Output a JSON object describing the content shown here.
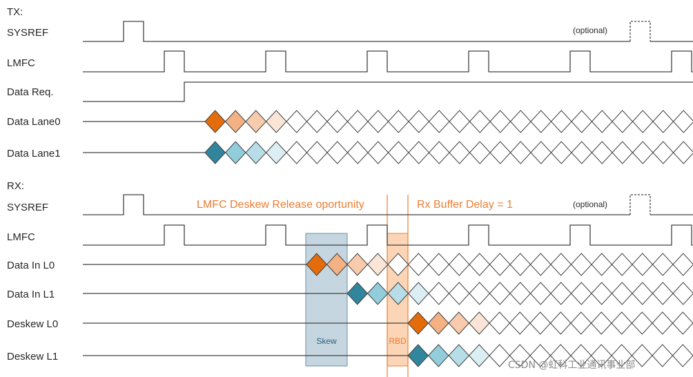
{
  "tx": {
    "header": "TX:",
    "rows": [
      {
        "id": "tx-sysref",
        "label": "SYSREF"
      },
      {
        "id": "tx-lmfc",
        "label": "LMFC"
      },
      {
        "id": "tx-datareq",
        "label": "Data Req."
      },
      {
        "id": "tx-lane0",
        "label": "Data Lane0"
      },
      {
        "id": "tx-lane1",
        "label": "Data Lane1"
      }
    ],
    "optional_label": "(optional)"
  },
  "rx": {
    "header": "RX:",
    "rows": [
      {
        "id": "rx-sysref",
        "label": "SYSREF"
      },
      {
        "id": "rx-lmfc",
        "label": "LMFC"
      },
      {
        "id": "rx-l0",
        "label": "Data In L0"
      },
      {
        "id": "rx-l1",
        "label": "Data In L1"
      },
      {
        "id": "rx-deskew0",
        "label": "Deskew L0"
      },
      {
        "id": "rx-deskew1",
        "label": "Deskew L1"
      }
    ],
    "optional_label": "(optional)"
  },
  "annotations": {
    "deskew_release": "LMFC Deskew Release oportunity",
    "rbd": "Rx Buffer Delay = 1",
    "skew_box": "Skew",
    "rbd_box": "RBD"
  },
  "watermark": "CSDN @虹科工业通讯事业部",
  "colors": {
    "orange": [
      "#e46c0a",
      "#f4b183",
      "#f8cbad",
      "#fbe5d6"
    ],
    "blue": [
      "#31859c",
      "#92cddc",
      "#b7dee8",
      "#dbeef4"
    ],
    "accent": "#ed7d31",
    "skew_fill": "#c5d6e0",
    "rbd_fill": "#fbd5b5",
    "line": "#404040"
  }
}
